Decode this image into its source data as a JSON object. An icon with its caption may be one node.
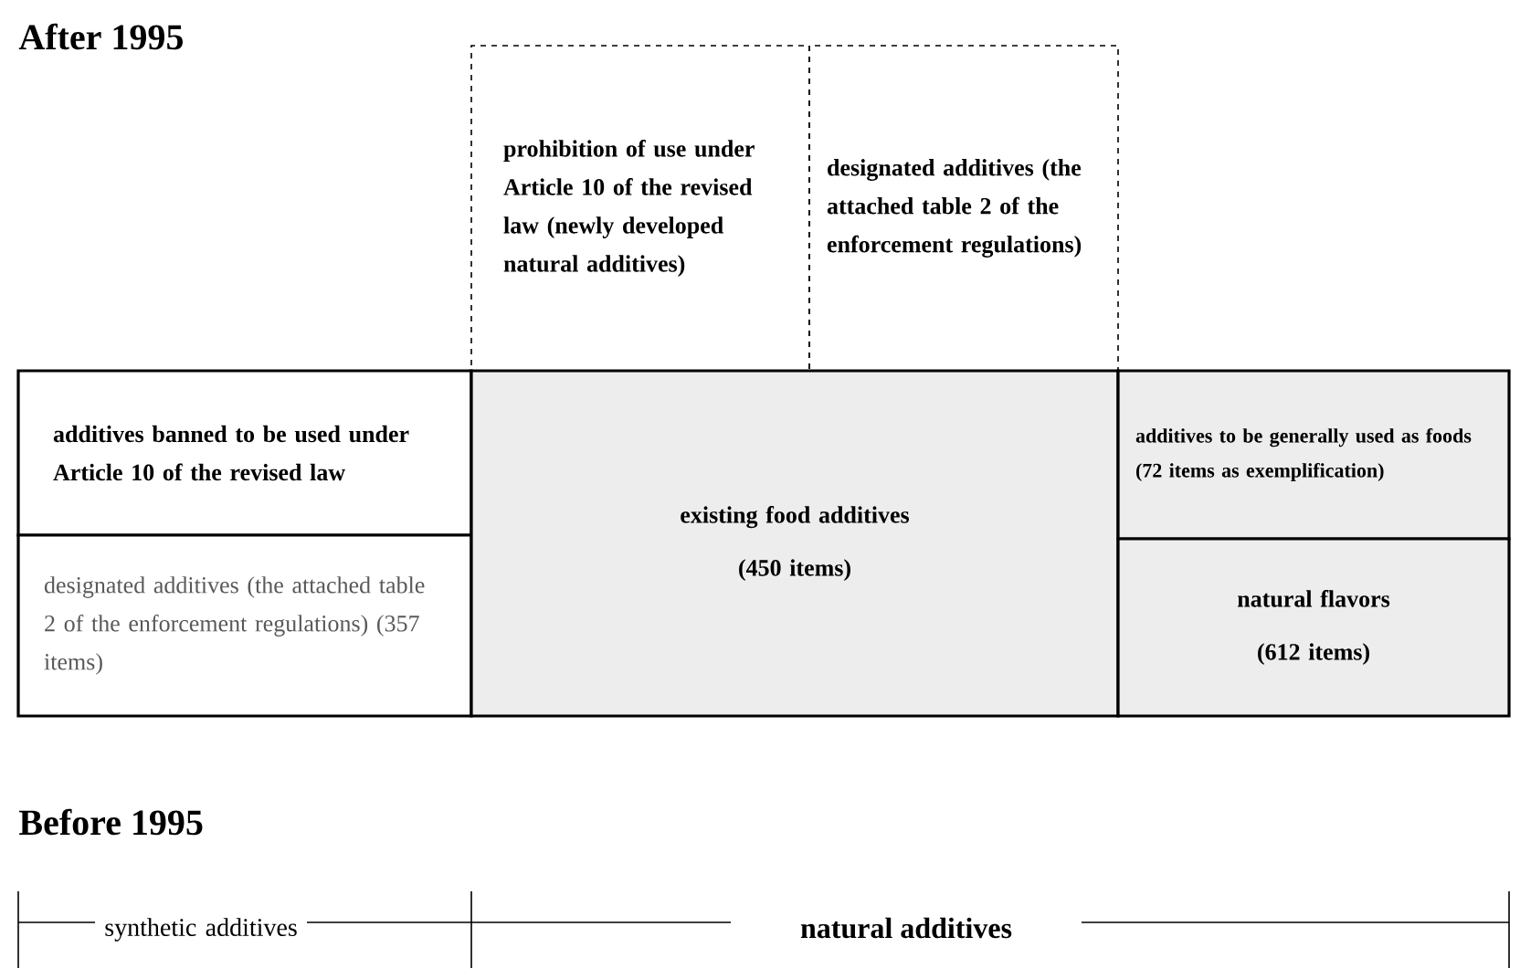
{
  "diagram": {
    "nodes": [
      {
        "text": [
          "additives banned to be used under Article 10 of the revised law"
        ]
      },
      {
        "text": [
          "designated additives (the attached table 2 of the enforcement regulations) (357 items)"
        ]
      },
      {
        "text": [
          "existing food additives",
          "(450 items)"
        ]
      },
      {
        "text": [
          "additives to be generally used as foods (72 items as exemplification)"
        ]
      },
      {
        "text": [
          "natural flavors",
          "(612 items)"
        ]
      },
      {
        "text": [
          "prohibition of use under Article 10 of the revised law (newly developed natural additives)"
        ]
      },
      {
        "text": [
          "designated additives (the attached table 2 of the enforcement regulations)"
        ]
      }
    ],
    "labels": [
      "After 1995",
      "Before 1995",
      "synthetic additives",
      "natural additives"
    ]
  }
}
